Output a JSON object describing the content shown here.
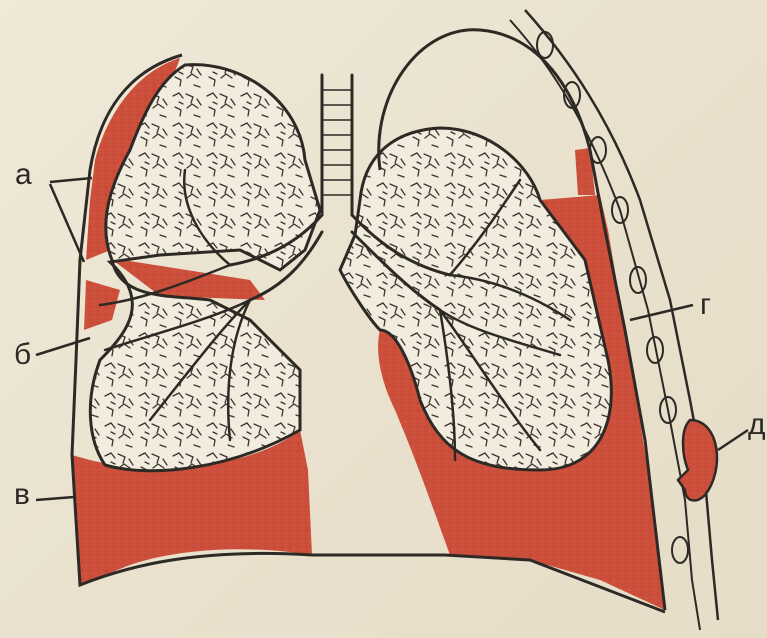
{
  "labels": {
    "a": "а",
    "b": "б",
    "v": "в",
    "g": "г",
    "d": "д"
  },
  "colors": {
    "pleura_fluid": "#cc4f3b",
    "ink": "#2d2a26",
    "paper": "#ece5d3"
  }
}
